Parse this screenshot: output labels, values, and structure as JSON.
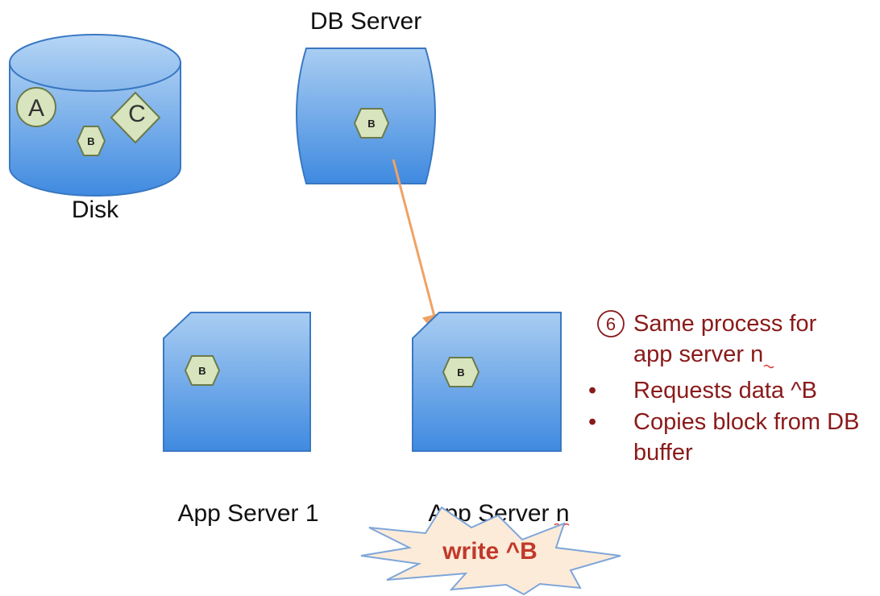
{
  "labels": {
    "disk": "Disk",
    "db_server": "DB Server",
    "app_server_1": "App Server 1",
    "app_server_n": "App Server n"
  },
  "blocks": {
    "a": "A",
    "b": "B",
    "c": "C"
  },
  "note": {
    "step_badge": "6",
    "line1": "Same process for",
    "line2": "app server n",
    "bullets": [
      "Requests data ^B",
      "Copies block from DB",
      "buffer"
    ],
    "bullet_symbol": "•"
  },
  "burst_text": "write ^B",
  "colors": {
    "shape_fill_top": "#a9cdf2",
    "shape_fill_bottom": "#3f8ae0",
    "shape_stroke": "#3a78c2",
    "block_fill": "#d7e4bd",
    "block_stroke": "#6b7a4a",
    "arrow": "#f0a263",
    "note_text": "#8a1a1a",
    "burst_fill": "#fdebd9",
    "burst_stroke": "#7ea6d9",
    "burst_text": "#c0392b"
  }
}
